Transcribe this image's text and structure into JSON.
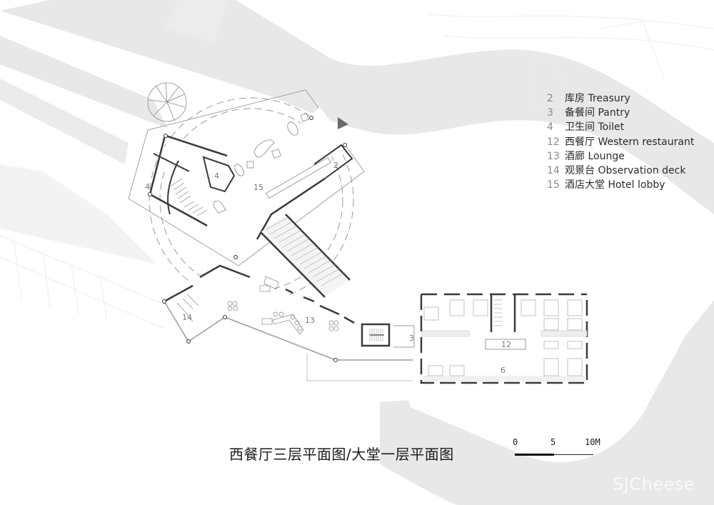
{
  "drawing": {
    "title": "西餐厅三层平面图/大堂一层平面图",
    "watermark": "SJCheese"
  },
  "legend": {
    "items": [
      {
        "num": "2",
        "label": "库房 Treasury"
      },
      {
        "num": "3",
        "label": "备餐间 Pantry"
      },
      {
        "num": "4",
        "label": "卫生间 Toilet"
      },
      {
        "num": "12",
        "label": "西餐厅 Western restaurant"
      },
      {
        "num": "13",
        "label": "酒廊 Lounge"
      },
      {
        "num": "14",
        "label": "观景台 Observation deck"
      },
      {
        "num": "15",
        "label": "酒店大堂 Hotel lobby"
      }
    ]
  },
  "scale_bar": {
    "ticks": [
      "0",
      "5",
      "10M"
    ]
  },
  "room_labels": {
    "lobby": "15",
    "treasury": "2",
    "toilet_a": "4",
    "toilet_b": "4",
    "lounge": "13",
    "observation_deck": "14",
    "pantry": "3",
    "western_restaurant": "12",
    "room_6": "6"
  },
  "colors": {
    "terrain": "#e8e8e8",
    "wall": "#3a3a3a",
    "thin_line": "#9a9a9a",
    "north_arrow": "#6a6a6a"
  }
}
